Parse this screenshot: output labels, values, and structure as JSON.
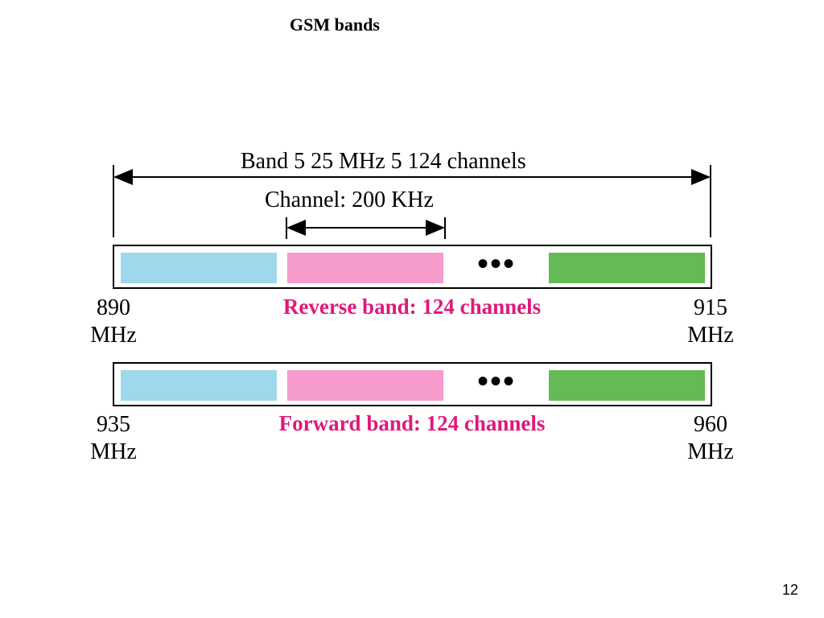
{
  "slide": {
    "title": "GSM bands",
    "page_number": "12"
  },
  "diagram": {
    "band_width_label": "Band 5 25 MHz 5 124 channels",
    "channel_width_label": "Channel: 200 KHz",
    "ellipsis": "•••",
    "colors": {
      "segment_1": "#9ed8ea",
      "segment_2": "#f59ccc",
      "segment_3": "#64ba54",
      "band_label": "#e0197b"
    },
    "reverse_band": {
      "label": "Reverse band: 124 channels",
      "start_value": "890",
      "start_unit": "MHz",
      "end_value": "915",
      "end_unit": "MHz"
    },
    "forward_band": {
      "label": "Forward band: 124 channels",
      "start_value": "935",
      "start_unit": "MHz",
      "end_value": "960",
      "end_unit": "MHz"
    }
  }
}
